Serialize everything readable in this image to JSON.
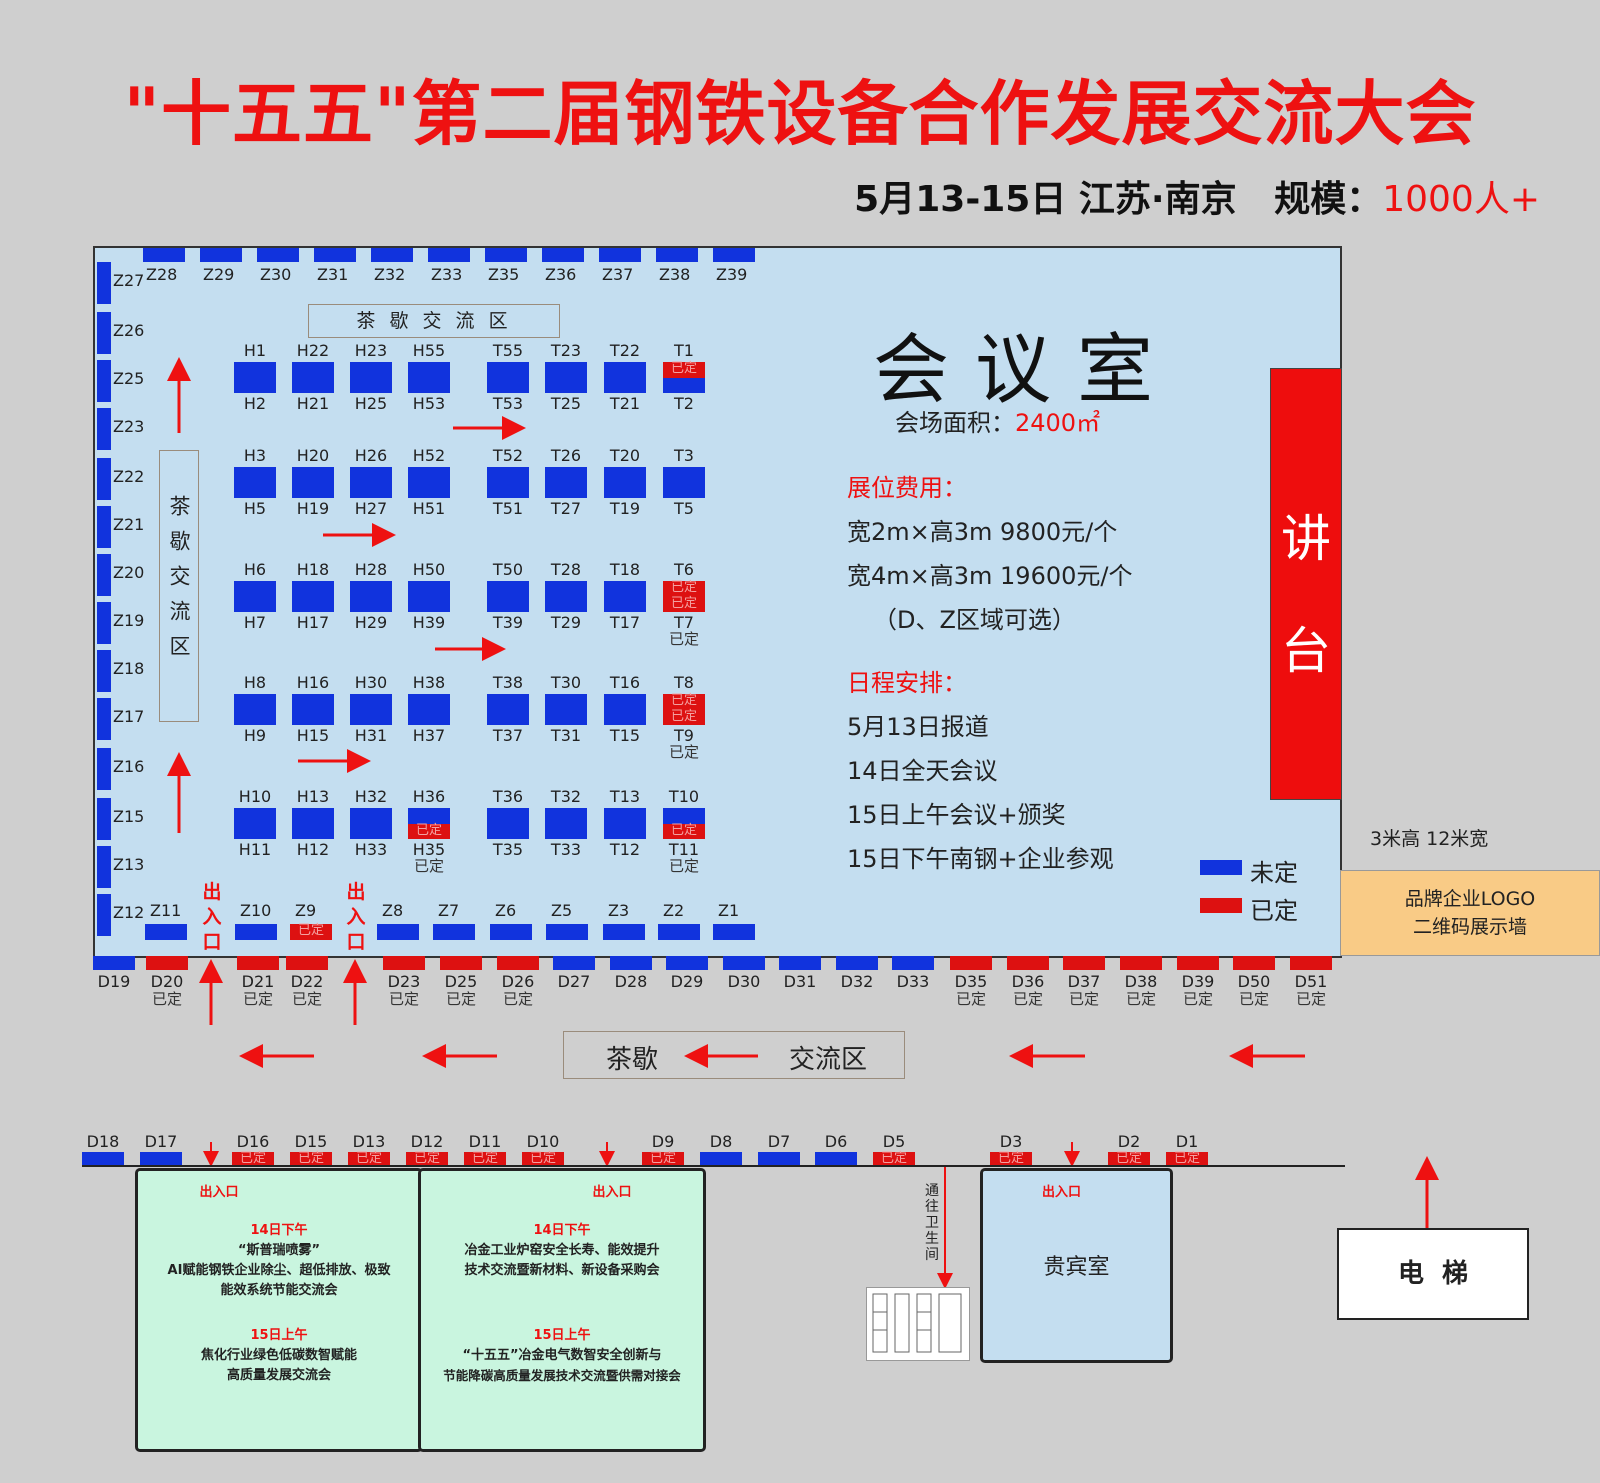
{
  "title": "\"十五五\"第二届钢铁设备合作发展交流大会",
  "subtitle": {
    "date_place": "5月13-15日 江苏·南京",
    "scale_label": "规模：",
    "scale_value": "1000人+"
  },
  "colors": {
    "unbooked": "#1133dd",
    "booked": "#dd1111",
    "accent": "#ee1111",
    "hall": "#c4def0"
  },
  "left_column": [
    "Z27",
    "Z26",
    "Z25",
    "Z23",
    "Z22",
    "Z21",
    "Z20",
    "Z19",
    "Z18",
    "Z17",
    "Z16",
    "Z15",
    "Z13",
    "Z12"
  ],
  "top_row": [
    "Z28",
    "Z29",
    "Z30",
    "Z31",
    "Z32",
    "Z33",
    "Z35",
    "Z36",
    "Z37",
    "Z38",
    "Z39"
  ],
  "tea_top": "茶 歇 交 流 区",
  "tea_side": "茶歇交流区",
  "booth_grid": [
    {
      "top": [
        "H1",
        "H22",
        "H23",
        "H55",
        "T55",
        "T23",
        "T22",
        "T1"
      ],
      "bottom": [
        "H2",
        "H21",
        "H25",
        "H53",
        "T53",
        "T25",
        "T21",
        "T2"
      ],
      "sold": [
        {
          "col": 7,
          "half": "top"
        }
      ]
    },
    {
      "top": [
        "H3",
        "H20",
        "H26",
        "H52",
        "T52",
        "T26",
        "T20",
        "T3"
      ],
      "bottom": [
        "H5",
        "H19",
        "H27",
        "H51",
        "T51",
        "T27",
        "T19",
        "T5"
      ],
      "sold": []
    },
    {
      "top": [
        "H6",
        "H18",
        "H28",
        "H50",
        "T50",
        "T28",
        "T18",
        "T6"
      ],
      "bottom": [
        "H7",
        "H17",
        "H29",
        "H39",
        "T39",
        "T29",
        "T17",
        "T7"
      ],
      "sold": [
        {
          "col": 7,
          "half": "both"
        }
      ]
    },
    {
      "top": [
        "H8",
        "H16",
        "H30",
        "H38",
        "T38",
        "T30",
        "T16",
        "T8"
      ],
      "bottom": [
        "H9",
        "H15",
        "H31",
        "H37",
        "T37",
        "T31",
        "T15",
        "T9"
      ],
      "sold": [
        {
          "col": 7,
          "half": "both"
        }
      ]
    },
    {
      "top": [
        "H10",
        "H13",
        "H32",
        "H36",
        "T36",
        "T32",
        "T13",
        "T10"
      ],
      "bottom": [
        "H11",
        "H12",
        "H33",
        "H35",
        "T35",
        "T33",
        "T12",
        "T11"
      ],
      "sold": [
        {
          "col": 3,
          "half": "bottom"
        },
        {
          "col": 7,
          "half": "bottom"
        }
      ]
    }
  ],
  "sold_text": "已定",
  "meeting_room": {
    "title": "会议室",
    "area_label": "会场面积：",
    "area_value": "2400㎡"
  },
  "fees": {
    "heading": "展位费用：",
    "line1": "宽2m×高3m 9800元/个",
    "line2": "宽4m×高3m 19600元/个",
    "line3": "（D、Z区域可选）"
  },
  "schedule": {
    "heading": "日程安排：",
    "items": [
      "5月13日报道",
      "14日全天会议",
      "15日上午会议+颁奖",
      "15日下午南钢+企业参观"
    ]
  },
  "legend": {
    "unbooked": "未定",
    "booked": "已定"
  },
  "stage": {
    "line1": "讲",
    "line2": "台"
  },
  "logo_wall": {
    "size": "3米高 12米宽",
    "line1": "品牌企业LOGO",
    "line2": "二维码展示墙"
  },
  "entrance": "出入口",
  "z_bottom": [
    "Z11",
    "Z10",
    "Z9",
    "Z8",
    "Z7",
    "Z6",
    "Z5",
    "Z3",
    "Z2",
    "Z1"
  ],
  "d_bottom": [
    "D19",
    "D20",
    "D21",
    "D22",
    "D23",
    "D25",
    "D26",
    "D27",
    "D28",
    "D29",
    "D30",
    "D31",
    "D32",
    "D33",
    "D35",
    "D36",
    "D37",
    "D38",
    "D39",
    "D50",
    "D51"
  ],
  "corridor": {
    "left": "茶歇",
    "right": "交流区"
  },
  "lower_row": [
    "D18",
    "D17",
    "D16",
    "D15",
    "D13",
    "D12",
    "D11",
    "D10",
    "D9",
    "D8",
    "D7",
    "D6",
    "D5",
    "D3",
    "D2",
    "D1"
  ],
  "room1": {
    "entrance": "出入口",
    "t1": "14日下午",
    "a1": "“斯普瑞喷雾”",
    "a2": "AI赋能钢铁企业除尘、超低排放、极致",
    "a3": "能效系统节能交流会",
    "t2": "15日上午",
    "b1": "焦化行业绿色低碳数智赋能",
    "b2": "高质量发展交流会"
  },
  "room2": {
    "entrance": "出入口",
    "t1": "14日下午",
    "a1": "冶金工业炉窑安全长寿、能效提升",
    "a2": "技术交流暨新材料、新设备采购会",
    "t2": "15日上午",
    "b1": "“十五五”冶金电气数智安全创新与",
    "b2": "节能降碳高质量发展技术交流暨供需对接会"
  },
  "restroom_path": "通往卫生间",
  "vip": {
    "entrance": "出入口",
    "name": "贵宾室"
  },
  "elevator": "电  梯"
}
